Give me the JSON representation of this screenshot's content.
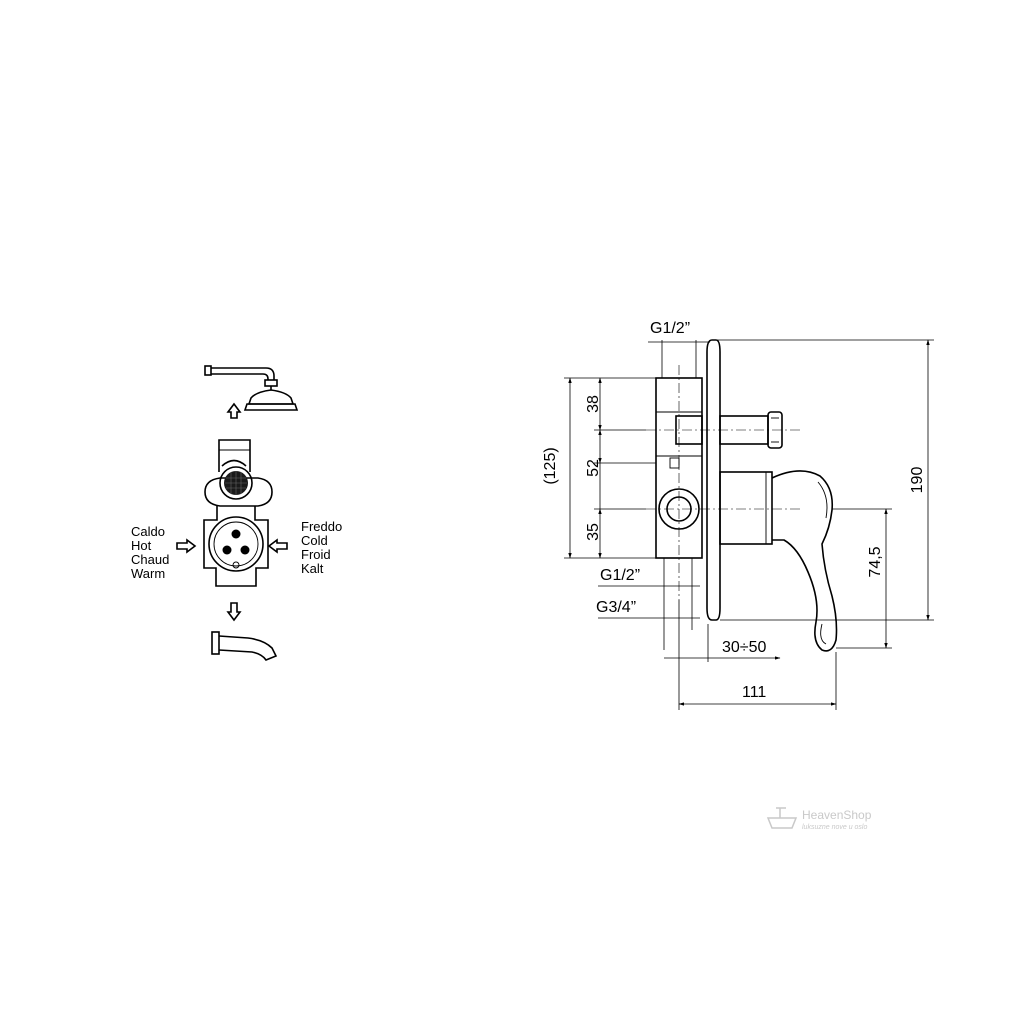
{
  "schematic": {
    "left_labels": [
      "Caldo",
      "Hot",
      "Chaud",
      "Warm"
    ],
    "right_labels": [
      "Freddo",
      "Cold",
      "Froid",
      "Kalt"
    ]
  },
  "dimensions": {
    "top_thread": "G1/2”",
    "dim_38": "38",
    "dim_52": "52",
    "dim_35": "35",
    "dim_125": "(125)",
    "dim_190": "190",
    "dim_74_5": "74,5",
    "bottom_thread_1": "G1/2”",
    "bottom_thread_2": "G3/4”",
    "dim_30_50": "30÷50",
    "dim_111": "111"
  },
  "watermark": {
    "brand": "HeavenShop",
    "tagline": "luksuzne nove u oslo"
  }
}
